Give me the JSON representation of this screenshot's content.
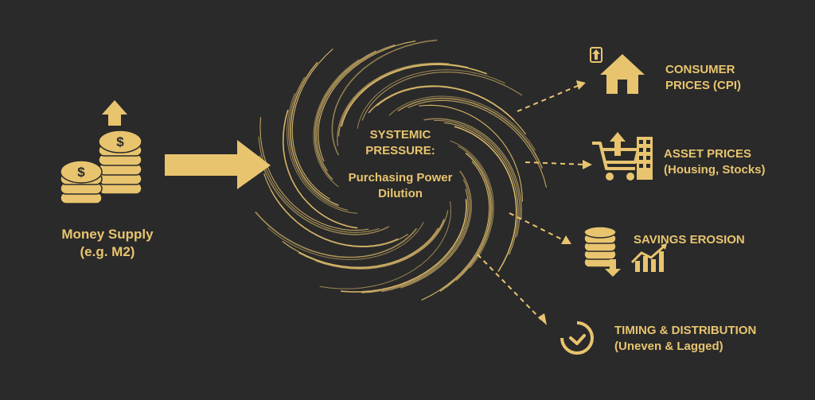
{
  "colors": {
    "gold": "#e8c46f",
    "gold_dark": "#c9a24a",
    "background": "#2a2a2a"
  },
  "source": {
    "line1": "Money Supply",
    "line2": "(e.g. M2)",
    "icon": "coin-stacks-up-icon"
  },
  "center": {
    "title1": "SYSTEMIC",
    "title2": "PRESSURE:",
    "sub1": "Purchasing Power",
    "sub2": "Dilution"
  },
  "effects": [
    {
      "line1": "CONSUMER",
      "line2": "PRICES (CPI)",
      "icon": "house-up-icon"
    },
    {
      "line1": "ASSET PRICES",
      "line2": "(Housing, Stocks)",
      "icon": "cart-building-icon"
    },
    {
      "line1": "SAVINGS EROSION",
      "line2": "",
      "icon": "coins-down-chart-icon"
    },
    {
      "line1": "TIMING & DISTRIBUTION",
      "line2": "(Uneven & Lagged)",
      "icon": "clock-icon"
    }
  ]
}
